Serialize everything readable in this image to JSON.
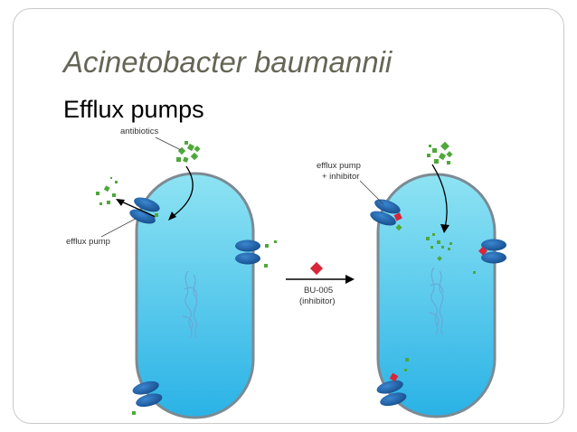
{
  "slide": {
    "title": "Acinetobacter baumannii",
    "subtitle": "Efflux pumps"
  },
  "diagram": {
    "labels": {
      "antibiotics": "antibiotics",
      "efflux_pump": "efflux pump",
      "efflux_pump_inhibitor_line1": "efflux pump",
      "efflux_pump_inhibitor_line2": "+ inhibitor",
      "inhibitor_name": "BU-005",
      "inhibitor_caption": "(inhibitor)"
    },
    "colors": {
      "cell_fill_top": "#8ee3f3",
      "cell_fill_bottom": "#2ab2e6",
      "cell_membrane": "#7b8a93",
      "pump": "#1e5fa8",
      "antibiotic": "#4ea83a",
      "inhibitor": "#d8263a",
      "dna": "#6aa6d6"
    }
  }
}
